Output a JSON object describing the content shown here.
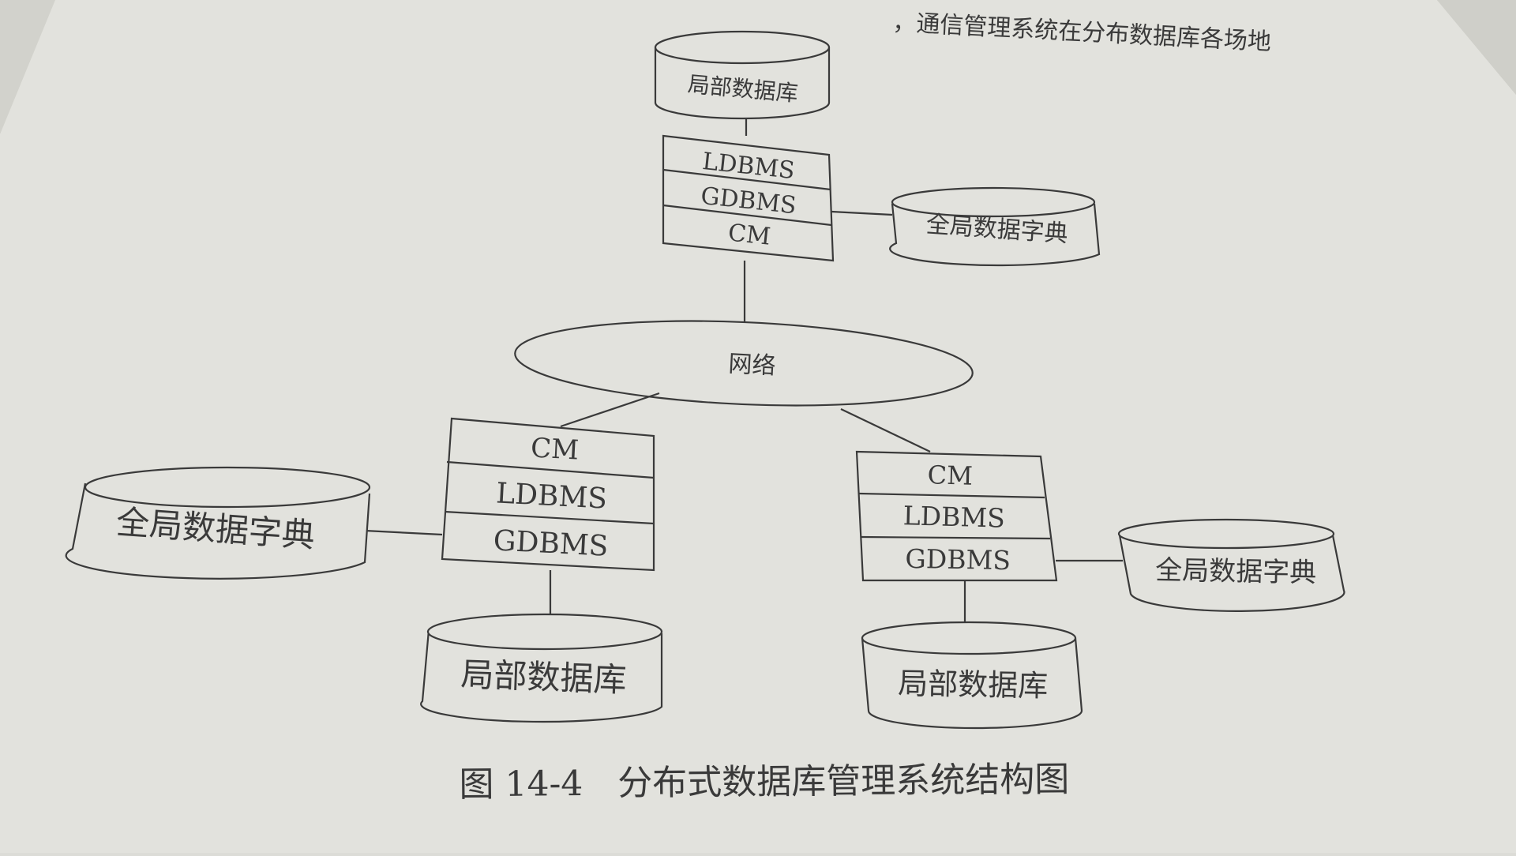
{
  "page": {
    "top_text": "，通信管理系统在分布数据库各场地",
    "caption": "图 14-4　分布式数据库管理系统结构图"
  },
  "network": {
    "label": "网络"
  },
  "sites": {
    "top": {
      "local_db": "局部数据库",
      "stack": [
        "LDBMS",
        "GDBMS",
        "CM"
      ],
      "global_dict": "全局数据字典"
    },
    "left": {
      "stack": [
        "CM",
        "LDBMS",
        "GDBMS"
      ],
      "global_dict": "全局数据字典",
      "local_db": "局部数据库"
    },
    "right": {
      "stack": [
        "CM",
        "LDBMS",
        "GDBMS"
      ],
      "global_dict": "全局数据字典",
      "local_db": "局部数据库"
    }
  },
  "colors": {
    "paper": "#e4e4df",
    "ink": "#3a3a3a",
    "background": "#d6d6d1"
  }
}
